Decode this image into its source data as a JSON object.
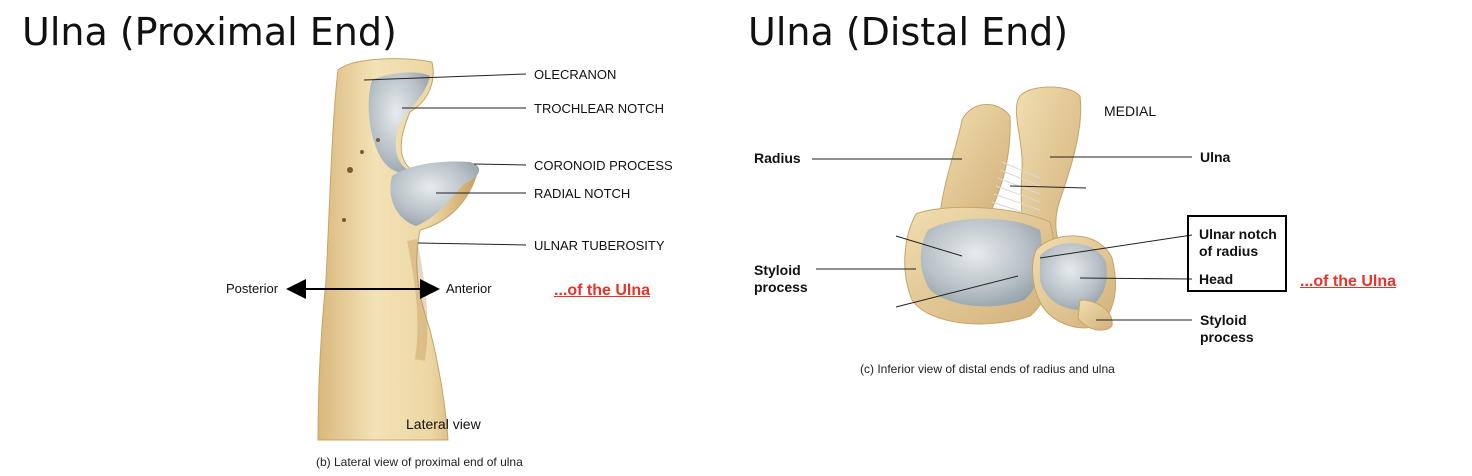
{
  "titles": {
    "proximal": "Ulna (Proximal End)",
    "distal": "Ulna (Distal End)"
  },
  "proximal": {
    "labels": {
      "olecranon": "OLECRANON",
      "trochlear_notch": "TROCHLEAR NOTCH",
      "coronoid_process": "CORONOID PROCESS",
      "radial_notch": "RADIAL NOTCH",
      "ulnar_tuberosity": "ULNAR TUBEROSITY"
    },
    "posterior": "Posterior",
    "anterior": "Anterior",
    "of_ulna": "...of the Ulna",
    "view": "Lateral view",
    "caption": "(b) Lateral view of proximal end of ulna"
  },
  "distal": {
    "medial": "MEDIAL",
    "radius": "Radius",
    "ulna": "Ulna",
    "styloid_left": [
      "Styloid",
      "process"
    ],
    "ulnar_notch": [
      "Ulnar notch",
      "of radius"
    ],
    "head": "Head",
    "styloid_right": [
      "Styloid",
      "process"
    ],
    "of_ulna": "...of the Ulna",
    "caption": "(c) Inferior view of distal ends of radius and ulna"
  },
  "colors": {
    "bone": "#eed9a8",
    "bone_shade": "#c9a66b",
    "cartilage": "#b9c2c8",
    "accent_red": "#e8322a"
  }
}
